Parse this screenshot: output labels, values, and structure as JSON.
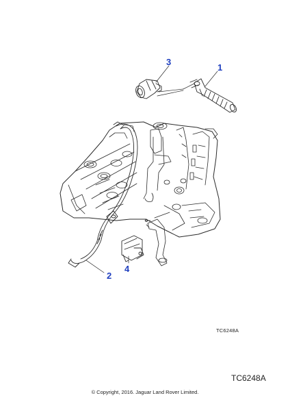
{
  "callouts": [
    {
      "id": "1",
      "label": "1"
    },
    {
      "id": "2",
      "label": "2"
    },
    {
      "id": "3",
      "label": "3"
    },
    {
      "id": "4",
      "label": "4"
    }
  ],
  "diagram_ref_small": "TC6248A",
  "diagram_ref_large": "TC6248A",
  "copyright": "© Copyright, 2016. Jaguar Land Rover Limited.",
  "colors": {
    "callout": "#1f3fbf",
    "line": "#222222"
  }
}
